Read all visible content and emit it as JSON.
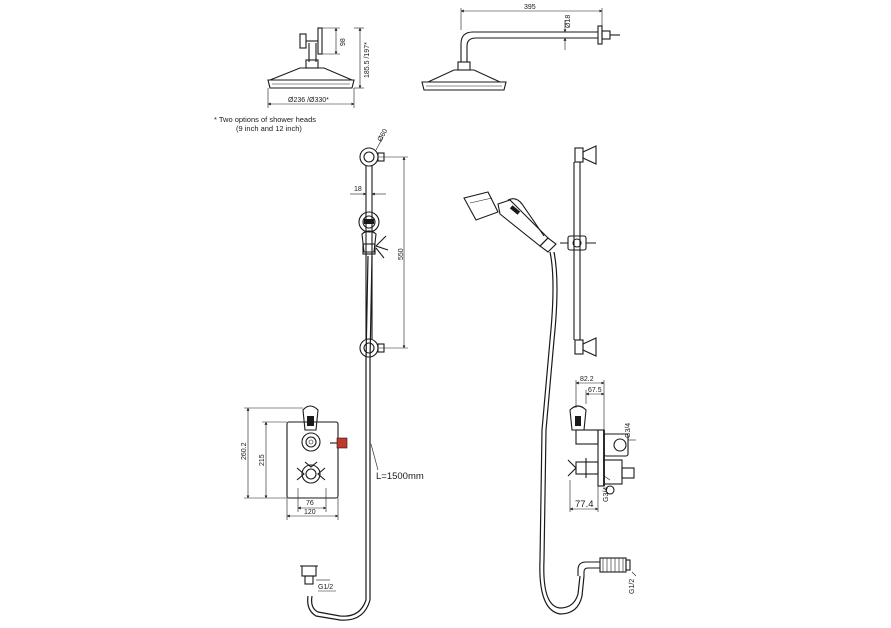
{
  "note": {
    "line1": "* Two options of shower heads",
    "line2": "(9 inch and 12 inch)"
  },
  "dimensions": {
    "head_arm_height": "98",
    "head_total_height": "185.5 /197*",
    "head_diameter": "Ø236 /Ø330*",
    "arm_length": "395",
    "arm_pipe_diameter": "Ø18",
    "bracket_diameter": "Ø60",
    "rail_offset": "18",
    "rail_length": "550",
    "hose_length": "L=1500mm",
    "valve_height_outer": "260.2",
    "valve_height_inner": "215",
    "valve_plate_width": "76",
    "valve_total_width": "120",
    "side_depth_outer": "82.2",
    "side_depth_inner": "67.5",
    "side_outlet_upper": "G3/4",
    "side_outlet_lower": "G3/4",
    "side_bottom_depth": "77.4",
    "elbow_thread_left": "G1/2",
    "elbow_thread_right": "G1/2"
  }
}
